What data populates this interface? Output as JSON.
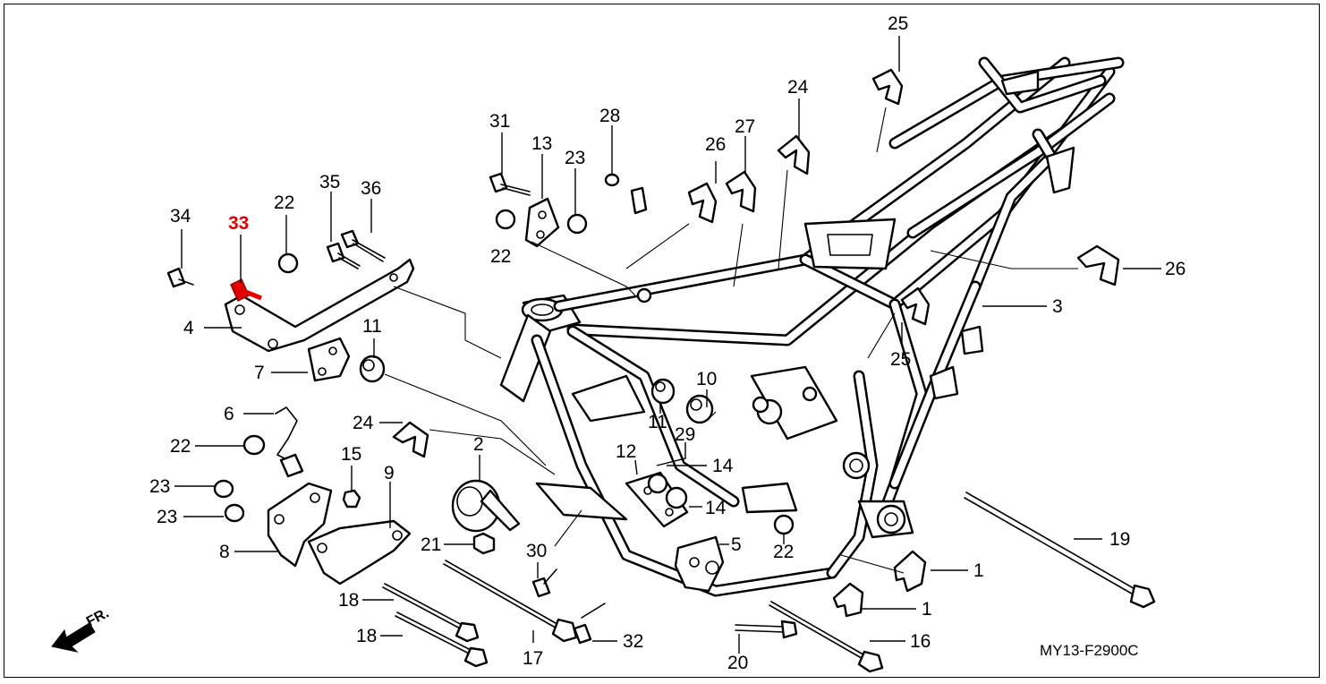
{
  "diagram": {
    "drawing_code": "MY13-F2900C",
    "direction_label": "FR.",
    "highlight_color": "#e00000",
    "callouts": [
      {
        "id": "c34",
        "text": "34",
        "highlighted": false
      },
      {
        "id": "c33",
        "text": "33",
        "highlighted": true
      },
      {
        "id": "c22a",
        "text": "22",
        "highlighted": false
      },
      {
        "id": "c35",
        "text": "35",
        "highlighted": false
      },
      {
        "id": "c36",
        "text": "36",
        "highlighted": false
      },
      {
        "id": "c31",
        "text": "31",
        "highlighted": false
      },
      {
        "id": "c13",
        "text": "13",
        "highlighted": false
      },
      {
        "id": "c23a",
        "text": "23",
        "highlighted": false
      },
      {
        "id": "c28",
        "text": "28",
        "highlighted": false
      },
      {
        "id": "c22b",
        "text": "22",
        "highlighted": false
      },
      {
        "id": "c26a",
        "text": "26",
        "highlighted": false
      },
      {
        "id": "c27",
        "text": "27",
        "highlighted": false
      },
      {
        "id": "c24a",
        "text": "24",
        "highlighted": false
      },
      {
        "id": "c25a",
        "text": "25",
        "highlighted": false
      },
      {
        "id": "c26b",
        "text": "26",
        "highlighted": false
      },
      {
        "id": "c3",
        "text": "3",
        "highlighted": false
      },
      {
        "id": "c25b",
        "text": "25",
        "highlighted": false
      },
      {
        "id": "c4",
        "text": "4",
        "highlighted": false
      },
      {
        "id": "c7",
        "text": "7",
        "highlighted": false
      },
      {
        "id": "c11a",
        "text": "11",
        "highlighted": false
      },
      {
        "id": "c10",
        "text": "10",
        "highlighted": false
      },
      {
        "id": "c11b",
        "text": "11",
        "highlighted": false
      },
      {
        "id": "c6",
        "text": "6",
        "highlighted": false
      },
      {
        "id": "c22c",
        "text": "22",
        "highlighted": false
      },
      {
        "id": "c24b",
        "text": "24",
        "highlighted": false
      },
      {
        "id": "c2",
        "text": "2",
        "highlighted": false
      },
      {
        "id": "c29",
        "text": "29",
        "highlighted": false
      },
      {
        "id": "c12",
        "text": "12",
        "highlighted": false
      },
      {
        "id": "c14a",
        "text": "14",
        "highlighted": false
      },
      {
        "id": "c14b",
        "text": "14",
        "highlighted": false
      },
      {
        "id": "c15",
        "text": "15",
        "highlighted": false
      },
      {
        "id": "c9",
        "text": "9",
        "highlighted": false
      },
      {
        "id": "c23b",
        "text": "23",
        "highlighted": false
      },
      {
        "id": "c23c",
        "text": "23",
        "highlighted": false
      },
      {
        "id": "c8",
        "text": "8",
        "highlighted": false
      },
      {
        "id": "c21",
        "text": "21",
        "highlighted": false
      },
      {
        "id": "c30",
        "text": "30",
        "highlighted": false
      },
      {
        "id": "c5",
        "text": "5",
        "highlighted": false
      },
      {
        "id": "c22d",
        "text": "22",
        "highlighted": false
      },
      {
        "id": "c19",
        "text": "19",
        "highlighted": false
      },
      {
        "id": "c1a",
        "text": "1",
        "highlighted": false
      },
      {
        "id": "c1b",
        "text": "1",
        "highlighted": false
      },
      {
        "id": "c18a",
        "text": "18",
        "highlighted": false
      },
      {
        "id": "c18b",
        "text": "18",
        "highlighted": false
      },
      {
        "id": "c17",
        "text": "17",
        "highlighted": false
      },
      {
        "id": "c32",
        "text": "32",
        "highlighted": false
      },
      {
        "id": "c20",
        "text": "20",
        "highlighted": false
      },
      {
        "id": "c16",
        "text": "16",
        "highlighted": false
      }
    ]
  }
}
